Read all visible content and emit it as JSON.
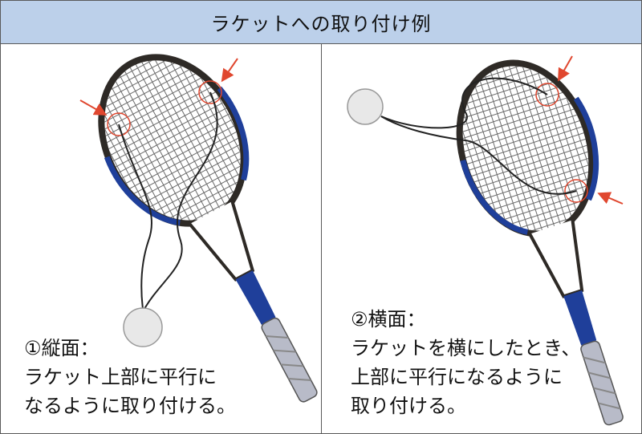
{
  "title": "ラケットへの取り付け例",
  "left": {
    "heading": "①縦面：",
    "lines": [
      "ラケット上部に平行に",
      "なるように取り付ける。"
    ]
  },
  "right": {
    "heading": "②横面：",
    "lines": [
      "ラケットを横にしたとき、",
      "上部に平行になるように",
      "取り付ける。"
    ]
  },
  "colors": {
    "title_bg": "#bcd0ea",
    "frame_dark": "#2e2a26",
    "frame_blue": "#1f3f9a",
    "arrow": "#e0472f",
    "grip": "#b8bbc8"
  }
}
